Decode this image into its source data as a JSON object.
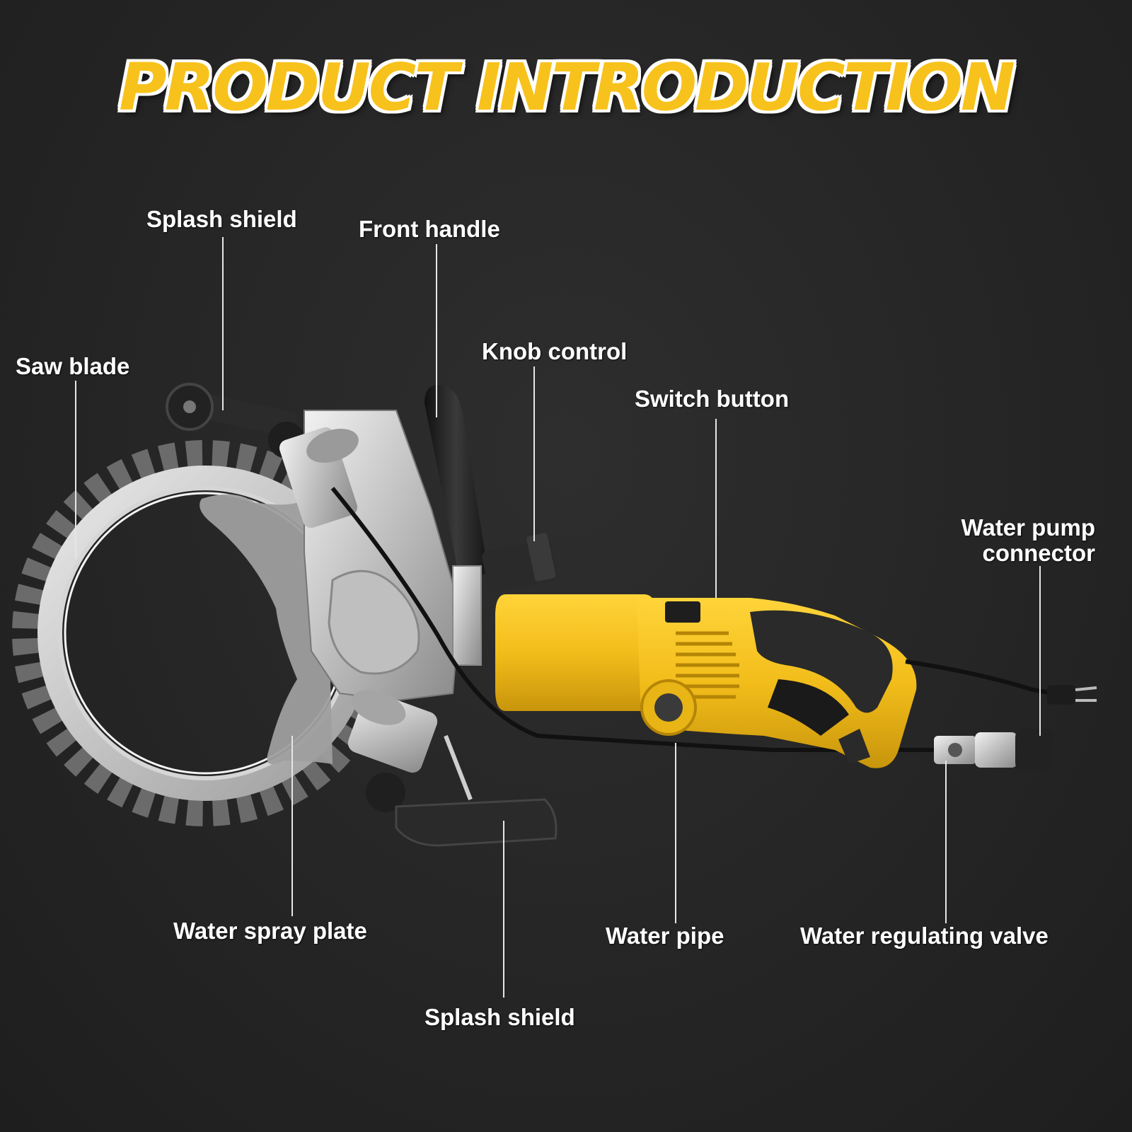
{
  "title": "PRODUCT INTRODUCTION",
  "labels": {
    "splash_shield_top": "Splash shield",
    "front_handle": "Front handle",
    "saw_blade": "Saw blade",
    "knob_control": "Knob control",
    "switch_button": "Switch button",
    "water_pump_connector_line1": "Water pump",
    "water_pump_connector_line2": "connector",
    "water_spray_plate": "Water spray plate",
    "water_pipe": "Water pipe",
    "water_regulating_valve": "Water regulating valve",
    "splash_shield_bottom": "Splash shield"
  },
  "colors": {
    "title_yellow": "#f8c21c",
    "body_yellow": "#f2bd1a",
    "metal": "#c4c4c4",
    "rubber": "#2a2a2a"
  }
}
